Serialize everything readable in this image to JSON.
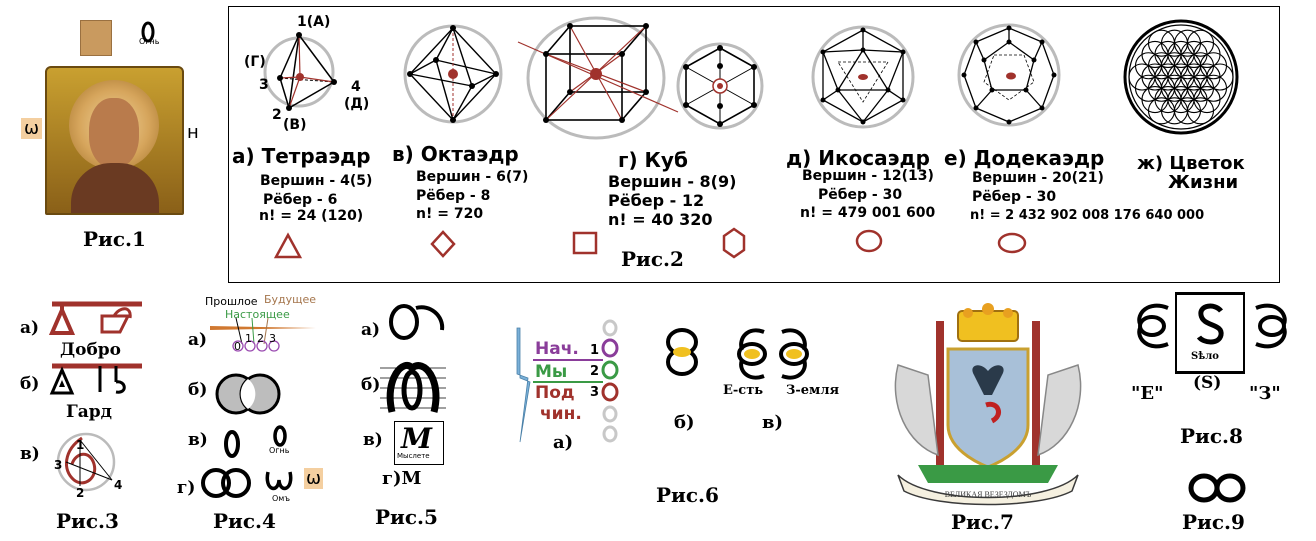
{
  "fig1": {
    "top_left_glyph": "Огнь",
    "left_mark": "ω",
    "right_mark": "н",
    "caption": "Рис.1"
  },
  "fig2": {
    "caption": "Рис.2",
    "solids": [
      {
        "id": "tetra",
        "label": "а) Тетраэдр",
        "stats": [
          "Вершин - 4(5)",
          "Рёбер - 6",
          "n! = 24 (120)"
        ],
        "vertex_labels": [
          "1(А)",
          "(Г)",
          "3",
          "2",
          "(В)",
          "4",
          "(Д)"
        ]
      },
      {
        "id": "octa",
        "label": "в) Октаэдр",
        "stats": [
          "Вершин - 6(7)",
          "Рёбер - 8",
          "n! = 720"
        ]
      },
      {
        "id": "cube",
        "label": "г) Куб",
        "stats": [
          "Вершин - 8(9)",
          "Рёбер - 12",
          "n! = 40 320"
        ]
      },
      {
        "id": "icosa",
        "label": "д) Икосаэдр",
        "stats": [
          "Вершин - 12(13)",
          "Рёбер - 30",
          "n! = 479 001 600"
        ]
      },
      {
        "id": "dodeca",
        "label": "е) Додекаэдр",
        "stats": [
          "Вершин - 20(21)",
          "Рёбер - 30",
          "n! = 2 432 902 008 176 640 000"
        ]
      },
      {
        "id": "flower",
        "label_line1": "ж) Цветок",
        "label_line2": "Жизни"
      }
    ]
  },
  "fig3": {
    "caption": "Рис.3",
    "a_label": "а)",
    "a_word": "Добро",
    "b_label": "б)",
    "b_word": "Гард",
    "c_label": "в)",
    "c_numbers": [
      "1",
      "3",
      "2",
      "4"
    ]
  },
  "fig4": {
    "caption": "Рис.4",
    "past": "Прошлое",
    "present": "Настоящее",
    "future": "Будущее",
    "a_label": "а)",
    "b_label": "б)",
    "c_label": "в)",
    "d_label": "г)",
    "nums": [
      "0",
      "1",
      "2",
      "3"
    ],
    "glyph_top": "Огнь",
    "glyph_bottom": "Омъ",
    "omega": "ω"
  },
  "fig5": {
    "caption": "Рис.5",
    "a_label": "а)",
    "b_label": "б)",
    "c_label": "в)",
    "d_label": "г)М",
    "m_letter": "М",
    "m_sub": "Мыслете"
  },
  "fig6": {
    "caption": "Рис.6",
    "nach": "Нач.",
    "my": "Мы",
    "pod": "Под",
    "chin": "чин.",
    "nums": [
      "1",
      "2",
      "3"
    ],
    "a_label": "а)",
    "b_label": "б)",
    "c_label": "в)",
    "est": "Е-сть",
    "zemlya": "З-емля"
  },
  "fig7": {
    "caption": "Рис.7",
    "ribbon": "ВЕЛИКАЯ ВЕЗЕЗДОМЪ"
  },
  "fig8": {
    "caption": "Рис.8",
    "s_sub": "Sѣло",
    "e": "\"Е\"",
    "s": "(S)",
    "z": "\"З\""
  },
  "fig9": {
    "caption": "Рис.9"
  },
  "colors": {
    "brown": "#a0322c",
    "green": "#3a9a45",
    "purple": "#8a3d9a",
    "gold": "#f0c020",
    "grey": "#bdbdbd"
  }
}
